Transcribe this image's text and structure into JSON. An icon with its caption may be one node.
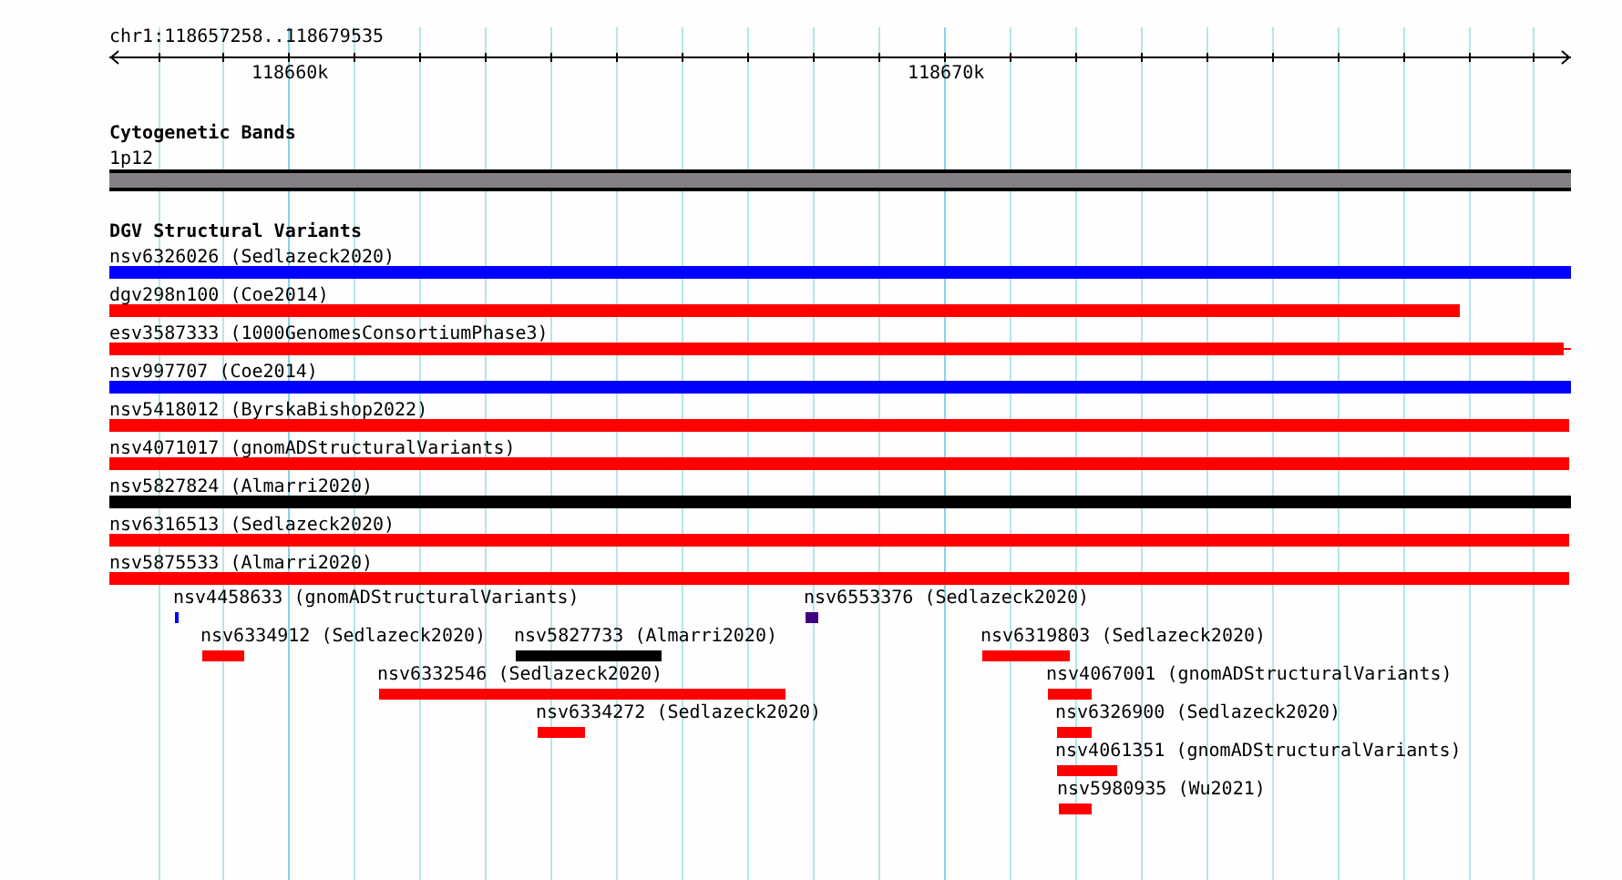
{
  "diagram": {
    "nodes": [
      {
        "text": [
          "1p12"
        ]
      },
      {
        "text": [
          "nsv6326026 (Sedlazeck2020)"
        ]
      },
      {
        "text": [
          "dgv298n100 (Coe2014)"
        ]
      },
      {
        "text": [
          "esv3587333 (1000GenomesConsortiumPhase3)"
        ]
      },
      {
        "text": [
          "nsv997707 (Coe2014)"
        ]
      },
      {
        "text": [
          "nsv5418012 (ByrskaBishop2022)"
        ]
      },
      {
        "text": [
          "nsv4071017 (gnomADStructuralVariants)"
        ]
      },
      {
        "text": [
          "nsv5827824 (Almarri2020)"
        ]
      },
      {
        "text": [
          "nsv6316513 (Sedlazeck2020)"
        ]
      },
      {
        "text": [
          "nsv5875533 (Almarri2020)"
        ]
      },
      {
        "text": [
          "nsv4458633 (gnomADStructuralVariants)"
        ]
      },
      {
        "text": [
          "nsv6553376 (Sedlazeck2020)"
        ]
      },
      {
        "text": [
          "nsv6334912 (Sedlazeck2020)"
        ]
      },
      {
        "text": [
          "nsv5827733 (Almarri2020)"
        ]
      },
      {
        "text": [
          "nsv6319803 (Sedlazeck2020)"
        ]
      },
      {
        "text": [
          "nsv6332546 (Sedlazeck2020)"
        ]
      },
      {
        "text": [
          "nsv4067001 (gnomADStructuralVariants)"
        ]
      },
      {
        "text": [
          "nsv6334272 (Sedlazeck2020)"
        ]
      },
      {
        "text": [
          "nsv6326900 (Sedlazeck2020)"
        ]
      },
      {
        "text": [
          "nsv4061351 (gnomADStructuralVariants)"
        ]
      },
      {
        "text": [
          "nsv5980935 (Wu2021)"
        ]
      }
    ],
    "labels": [
      "chr1:118657258..118679535",
      "118660k",
      "118670k",
      "Cytogenetic Bands",
      "DGV Structural Variants"
    ]
  }
}
